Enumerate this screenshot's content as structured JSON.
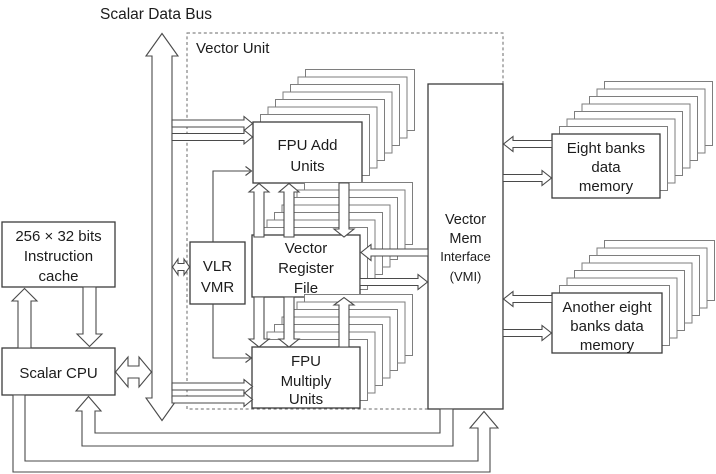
{
  "stack_layers": 8,
  "labels": {
    "scalar_data_bus": "Scalar Data Bus",
    "vector_unit": "Vector Unit"
  },
  "boxes": {
    "instruction_cache": {
      "lines": [
        "256 × 32 bits",
        "Instruction",
        "cache"
      ]
    },
    "scalar_cpu": {
      "lines": [
        "Scalar CPU"
      ]
    },
    "vlr_vmr": {
      "lines": [
        "VLR",
        "VMR"
      ]
    },
    "fpu_add_units": {
      "lines": [
        "FPU Add",
        "Units"
      ]
    },
    "vector_register_file": {
      "lines": [
        "Vector",
        "Register",
        "File"
      ]
    },
    "fpu_multiply_units": {
      "lines": [
        "FPU",
        "Multiply",
        "Units"
      ]
    },
    "vector_mem_interface": {
      "lines": [
        "Vector",
        "Mem",
        "Interface",
        "(VMI)"
      ]
    },
    "eight_banks_memory": {
      "lines": [
        "Eight banks",
        "data",
        "memory"
      ]
    },
    "another_eight_banks_memory": {
      "lines": [
        "Another eight",
        "banks data",
        "memory"
      ]
    }
  }
}
